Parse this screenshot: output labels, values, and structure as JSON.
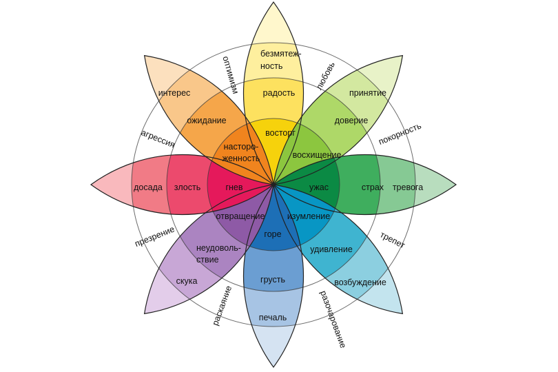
{
  "title": "Колесо эмоций Плутчика",
  "petals": [
    {
      "name": "joy",
      "colors": [
        "#f6d20c",
        "#fde15f",
        "#feef9e",
        "#fff7cc"
      ],
      "labels": {
        "inner": "восторг",
        "mid": "радость",
        "outer1": "безмятеж-",
        "outer2": "ность"
      }
    },
    {
      "name": "trust",
      "colors": [
        "#8cc63f",
        "#aed868",
        "#d3e8a0",
        "#e8f2c8"
      ],
      "labels": {
        "inner": "восхищение",
        "mid": "доверие",
        "outer": "принятие"
      }
    },
    {
      "name": "fear",
      "colors": [
        "#0b8a44",
        "#3fae5e",
        "#86c994",
        "#b8ddbe"
      ],
      "labels": {
        "inner": "ужас",
        "mid": "страх",
        "outer": "тревога"
      }
    },
    {
      "name": "surprise",
      "colors": [
        "#0896c4",
        "#3fb4d0",
        "#8ccfe0",
        "#c3e4ee"
      ],
      "labels": {
        "inner": "изумление",
        "mid": "удивление",
        "outer": "возбуждение"
      }
    },
    {
      "name": "sadness",
      "colors": [
        "#1d6fb6",
        "#6b9ed2",
        "#a7c4e4",
        "#d5e3f2"
      ],
      "labels": {
        "inner": "горе",
        "mid": "грусть",
        "outer": "печаль"
      }
    },
    {
      "name": "disgust",
      "colors": [
        "#8e5aa6",
        "#ab84c1",
        "#c8a7d6",
        "#e3cdea"
      ],
      "labels": {
        "inner": "отвращение",
        "mid1": "неудоволь-",
        "mid2": "ствие",
        "outer": "скука"
      }
    },
    {
      "name": "anger",
      "colors": [
        "#e5195b",
        "#ec4a6d",
        "#f17b86",
        "#f9b9bd"
      ],
      "labels": {
        "inner": "гнев",
        "mid": "злость",
        "outer": "досада"
      }
    },
    {
      "name": "anticipation",
      "colors": [
        "#f0841e",
        "#f5a64a",
        "#f9c78a",
        "#fce0be"
      ],
      "labels": {
        "inner1": "насторо-",
        "inner2": "женность",
        "mid": "ожидание",
        "outer": "интерес"
      }
    }
  ],
  "dyads": {
    "optimism": "оптимизм",
    "love": "любовь",
    "submission": "покорность",
    "awe": "трепет",
    "disapproval": "разочарование",
    "remorse": "раскаяние",
    "contempt": "презрение",
    "aggressiveness": "агрессия"
  }
}
